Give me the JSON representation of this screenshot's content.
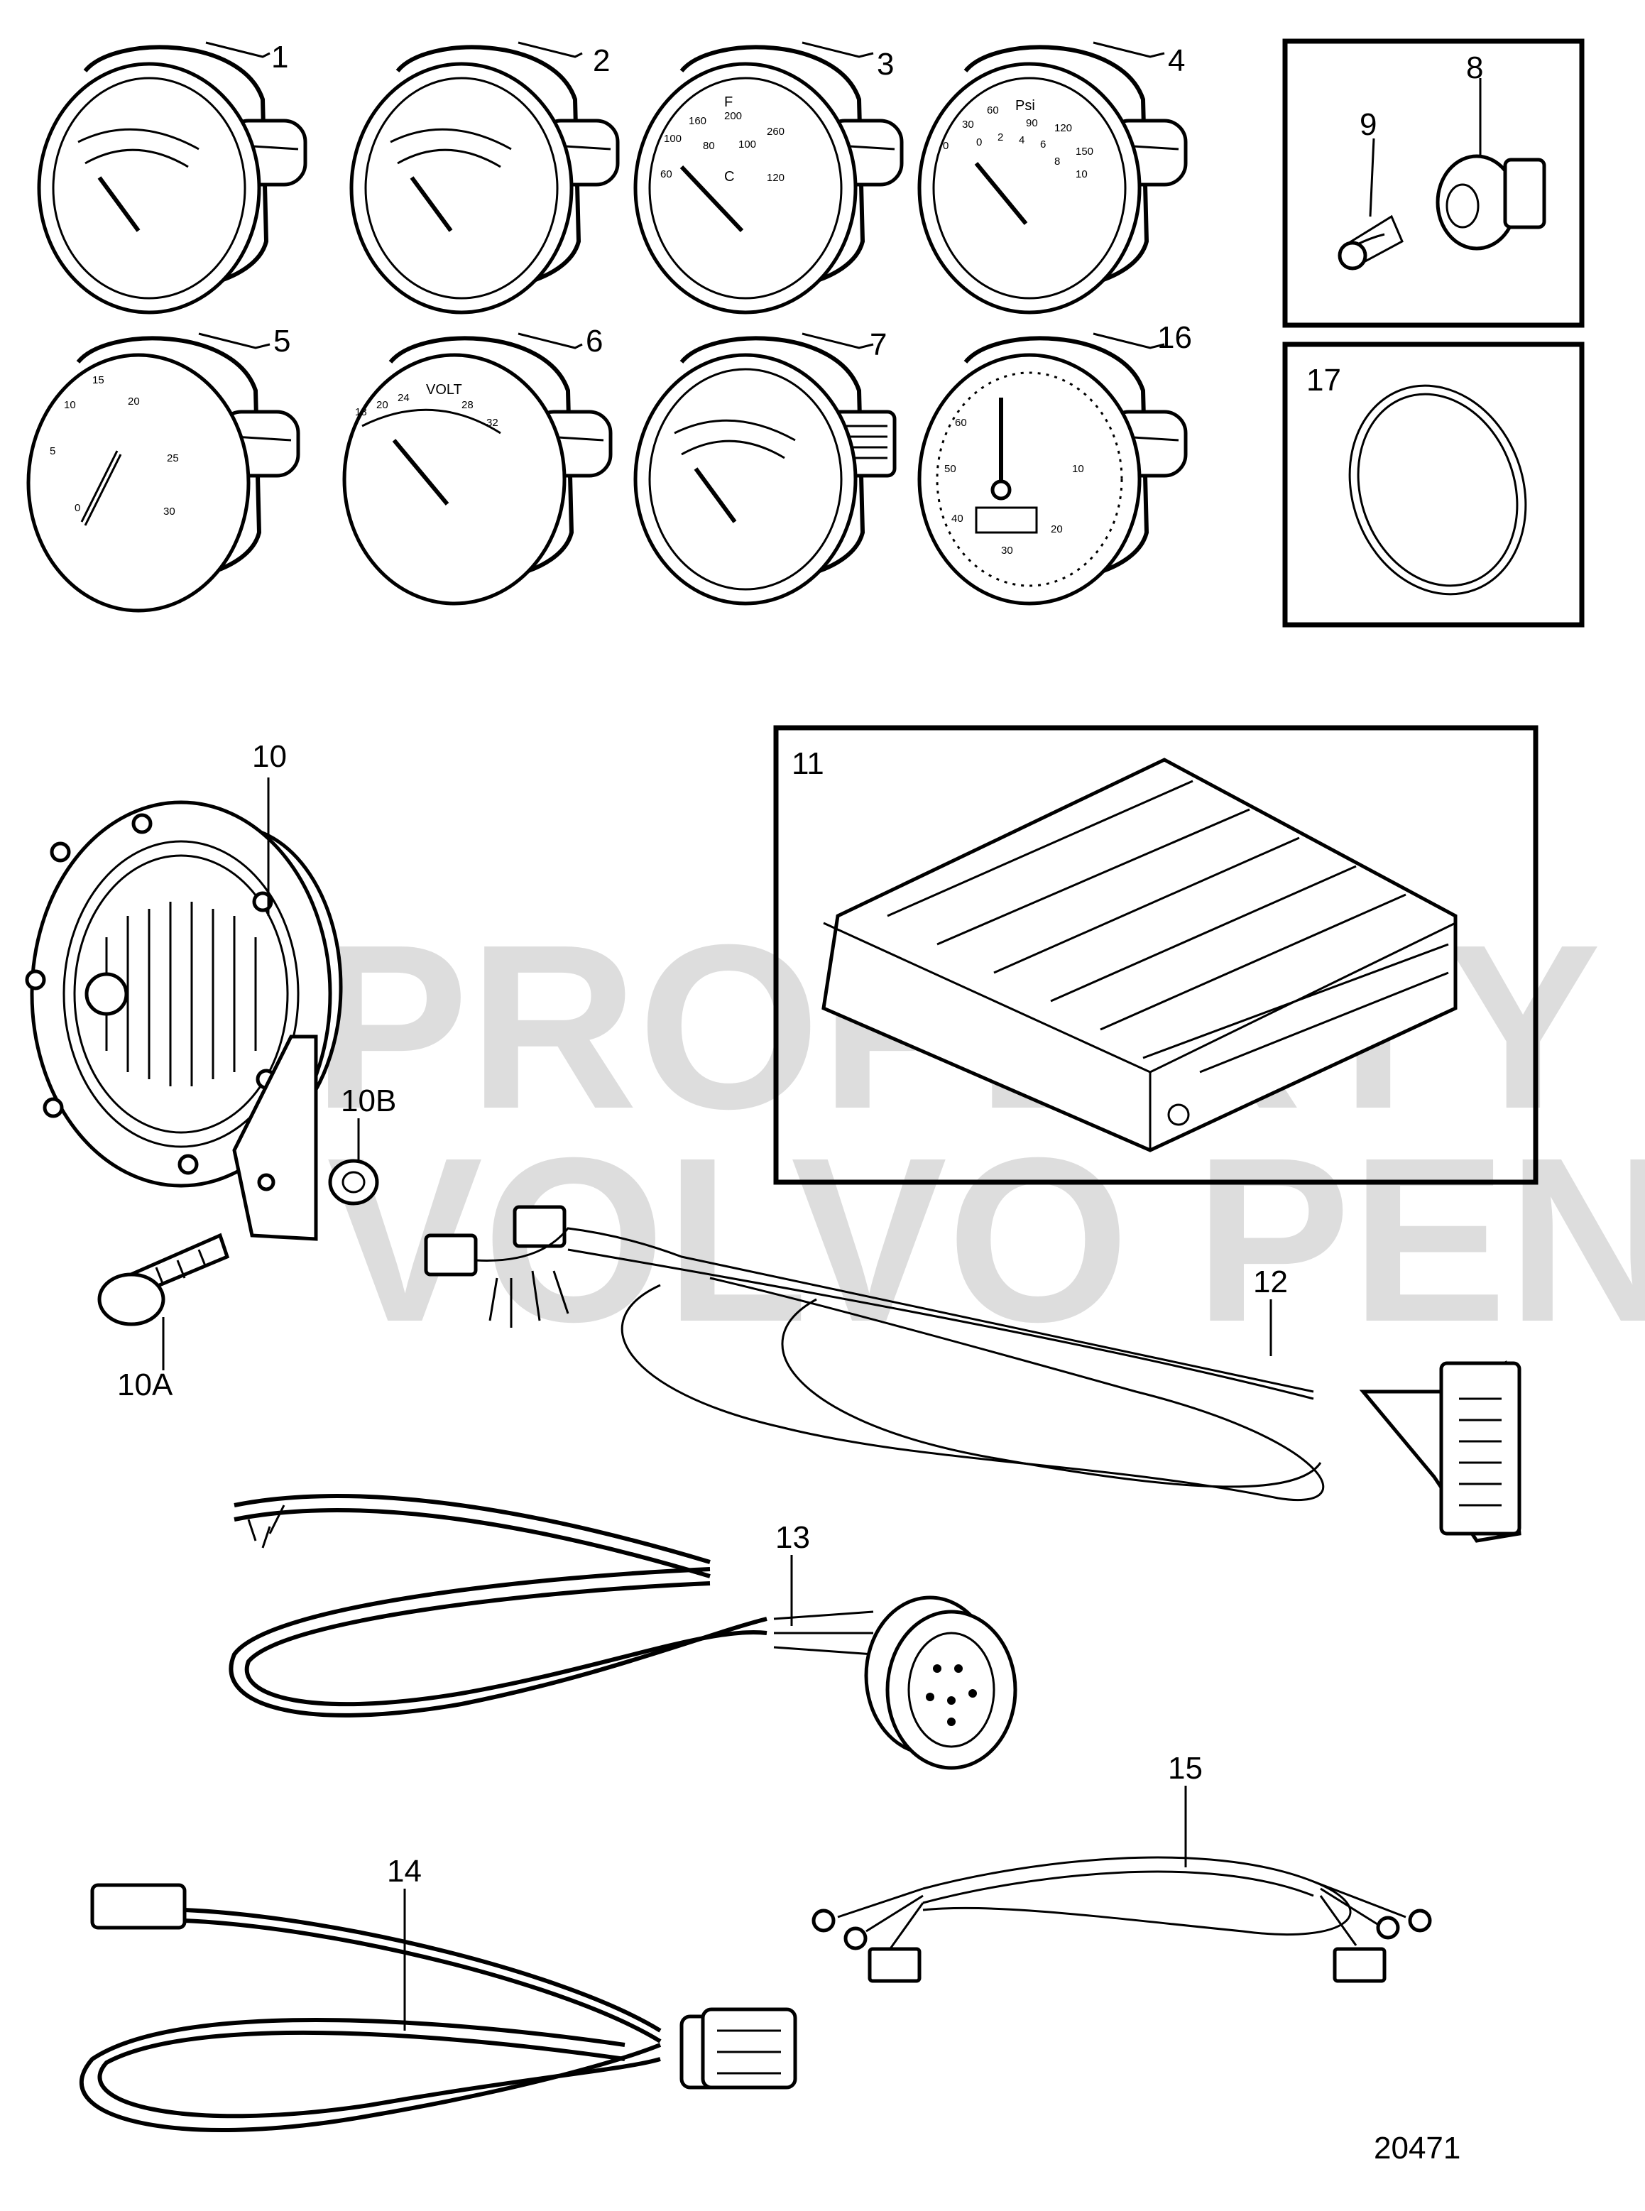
{
  "watermark": {
    "line1": "PROPERTY OF",
    "line2": "VOLVO PENTA"
  },
  "drawing_number": "20471",
  "callouts": {
    "c1": "1",
    "c2": "2",
    "c3": "3",
    "c4": "4",
    "c5": "5",
    "c6": "6",
    "c7": "7",
    "c8": "8",
    "c9": "9",
    "c10": "10",
    "c10a": "10A",
    "c10b": "10B",
    "c11": "11",
    "c12": "12",
    "c13": "13",
    "c14": "14",
    "c15": "15",
    "c16": "16",
    "c17": "17"
  },
  "gauge3": {
    "f": "F",
    "c": "C",
    "f_ticks": [
      "160",
      "200",
      "260"
    ],
    "c_ticks": [
      "100",
      "80",
      "100",
      "120"
    ],
    "left_low": "60"
  },
  "gauge4": {
    "unit": "Psi",
    "outer": [
      "30",
      "60",
      "90",
      "120",
      "150"
    ],
    "inner": [
      "0",
      "2",
      "4",
      "6",
      "8",
      "10"
    ],
    "left": "0"
  },
  "gauge5": {
    "ticks": [
      "0",
      "5",
      "10",
      "15",
      "20",
      "25",
      "30"
    ]
  },
  "gauge6": {
    "unit": "VOLT",
    "ticks": [
      "18",
      "20",
      "24",
      "28",
      "32"
    ]
  },
  "gauge16": {
    "ticks": [
      "60",
      "50",
      "40",
      "30",
      "20",
      "10"
    ]
  }
}
